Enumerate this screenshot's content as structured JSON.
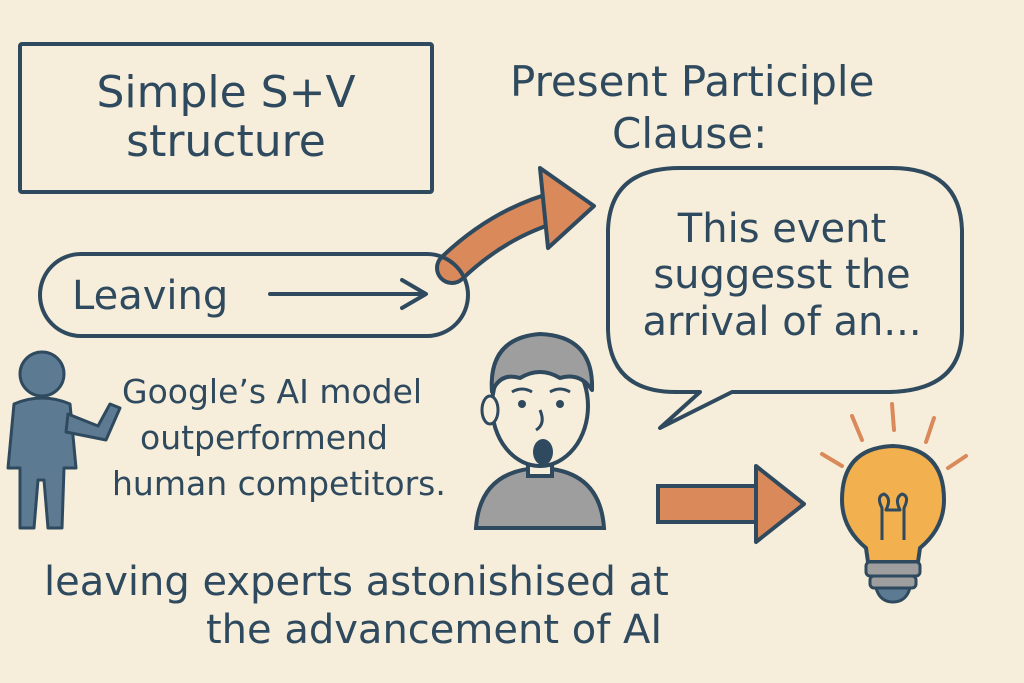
{
  "box": {
    "line1": "Simple S+V",
    "line2": "structure"
  },
  "leaving_label": "Leaving",
  "participle_heading": {
    "line1": "Present Participle",
    "line2": "Clause:"
  },
  "bubble": {
    "line1": "This event",
    "line2": "suggesst the",
    "line3": "arrival of an..."
  },
  "sentence": {
    "line1": "Google’s AI model",
    "line2": "outperformend",
    "line3": "human competitors."
  },
  "clause": {
    "line1": "leaving experts astonishised at",
    "line2": "the advancement of AI"
  },
  "colors": {
    "background": "#f6eedb",
    "ink": "#2f4a5e",
    "arrow_orange": "#d9895a",
    "figure_blue": "#5c7a92",
    "bulb_yellow": "#f2b04e",
    "hair_gray": "#9e9e9e"
  },
  "icons": [
    "right-arrow-icon",
    "curved-arrow-icon",
    "person-icon",
    "surprised-man-icon",
    "lightbulb-icon"
  ]
}
